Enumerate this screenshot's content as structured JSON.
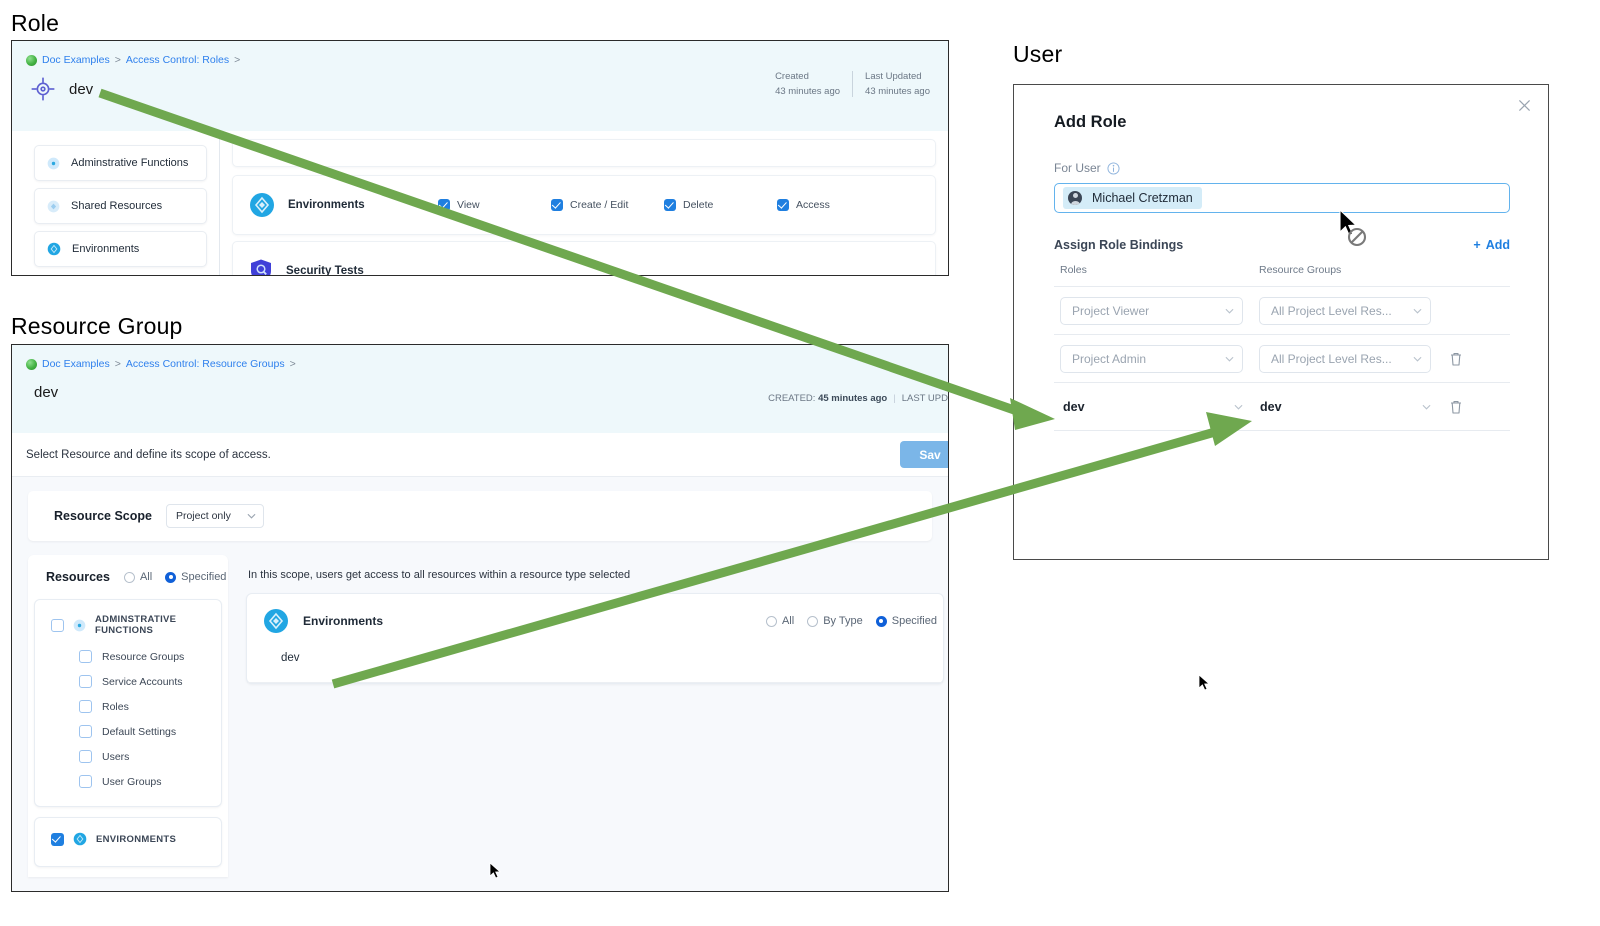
{
  "captions": {
    "role": "Role",
    "resource_group": "Resource Group",
    "user": "User"
  },
  "role_panel": {
    "breadcrumb": {
      "root": "Doc Examples",
      "sep1": ">",
      "section": "Access Control: Roles",
      "sep2": ">"
    },
    "title": "dev",
    "meta": {
      "created_label": "Created",
      "created_value": "43 minutes ago",
      "updated_label": "Last Updated",
      "updated_value": "43 minutes ago"
    },
    "sidebar": [
      {
        "label": "Adminstrative Functions",
        "icon": "admin-functions-icon"
      },
      {
        "label": "Shared Resources",
        "icon": "shared-resources-icon"
      },
      {
        "label": "Environments",
        "icon": "environments-icon"
      }
    ],
    "permissions": [
      {
        "name": "Environments",
        "icon": "environments-icon",
        "checks": [
          {
            "label": "View",
            "checked": true
          },
          {
            "label": "Create / Edit",
            "checked": true
          },
          {
            "label": "Delete",
            "checked": true
          },
          {
            "label": "Access",
            "checked": true
          }
        ]
      },
      {
        "name": "Security Tests",
        "icon": "security-tests-icon",
        "checks": []
      }
    ]
  },
  "resource_group_panel": {
    "breadcrumb": {
      "root": "Doc Examples",
      "sep1": ">",
      "section": "Access Control: Resource Groups",
      "sep2": ">"
    },
    "title": "dev",
    "meta": {
      "created": "CREATED: ",
      "created_value": "45 minutes ago",
      "divider": "|",
      "updated": "LAST UPD"
    },
    "subbar": {
      "text": "Select Resource and define its scope of access.",
      "save_label": "Sav"
    },
    "scope": {
      "label": "Resource Scope",
      "value": "Project only"
    },
    "resources": {
      "title": "Resources",
      "options": [
        {
          "label": "All",
          "selected": false
        },
        {
          "label": "Specified",
          "selected": true
        }
      ],
      "groups": [
        {
          "label": "ADMINSTRATIVE FUNCTIONS",
          "checked": false,
          "icon": "admin-functions-icon",
          "items": [
            {
              "label": "Resource Groups",
              "checked": false
            },
            {
              "label": "Service Accounts",
              "checked": false
            },
            {
              "label": "Roles",
              "checked": false
            },
            {
              "label": "Default Settings",
              "checked": false
            },
            {
              "label": "Users",
              "checked": false
            },
            {
              "label": "User Groups",
              "checked": false
            }
          ]
        },
        {
          "label": "ENVIRONMENTS",
          "checked": true,
          "icon": "environments-icon",
          "items": []
        }
      ]
    },
    "scope_panel": {
      "note": "In this scope, users get access to all resources within a resource type selected",
      "env_card": {
        "name": "Environments",
        "icon": "environments-icon",
        "options": [
          {
            "label": "All",
            "selected": false
          },
          {
            "label": "By Type",
            "selected": false
          },
          {
            "label": "Specified",
            "selected": true
          }
        ],
        "value": "dev"
      }
    }
  },
  "user_panel": {
    "dialog_title": "Add Role",
    "close_label": "×",
    "for_user_label": "For User",
    "selected_user": "Michael Cretzman",
    "bindings_title": "Assign Role Bindings",
    "add_label": "Add",
    "add_plus": "+",
    "columns": {
      "roles": "Roles",
      "resource_groups": "Resource Groups"
    },
    "rows": [
      {
        "role": "Project Viewer",
        "resource_group": "All Project Level Res...",
        "muted": true,
        "deletable": false
      },
      {
        "role": "Project Admin",
        "resource_group": "All Project Level Res...",
        "muted": true,
        "deletable": true
      },
      {
        "role": "dev",
        "resource_group": "dev",
        "muted": false,
        "deletable": true
      }
    ]
  },
  "colors": {
    "accent_blue": "#1f7fe0",
    "header_bg": "#eef8fb",
    "arrow_green": "#6fa84f",
    "link_blue": "#2f80ed",
    "save_blue": "#7bb6e8"
  }
}
